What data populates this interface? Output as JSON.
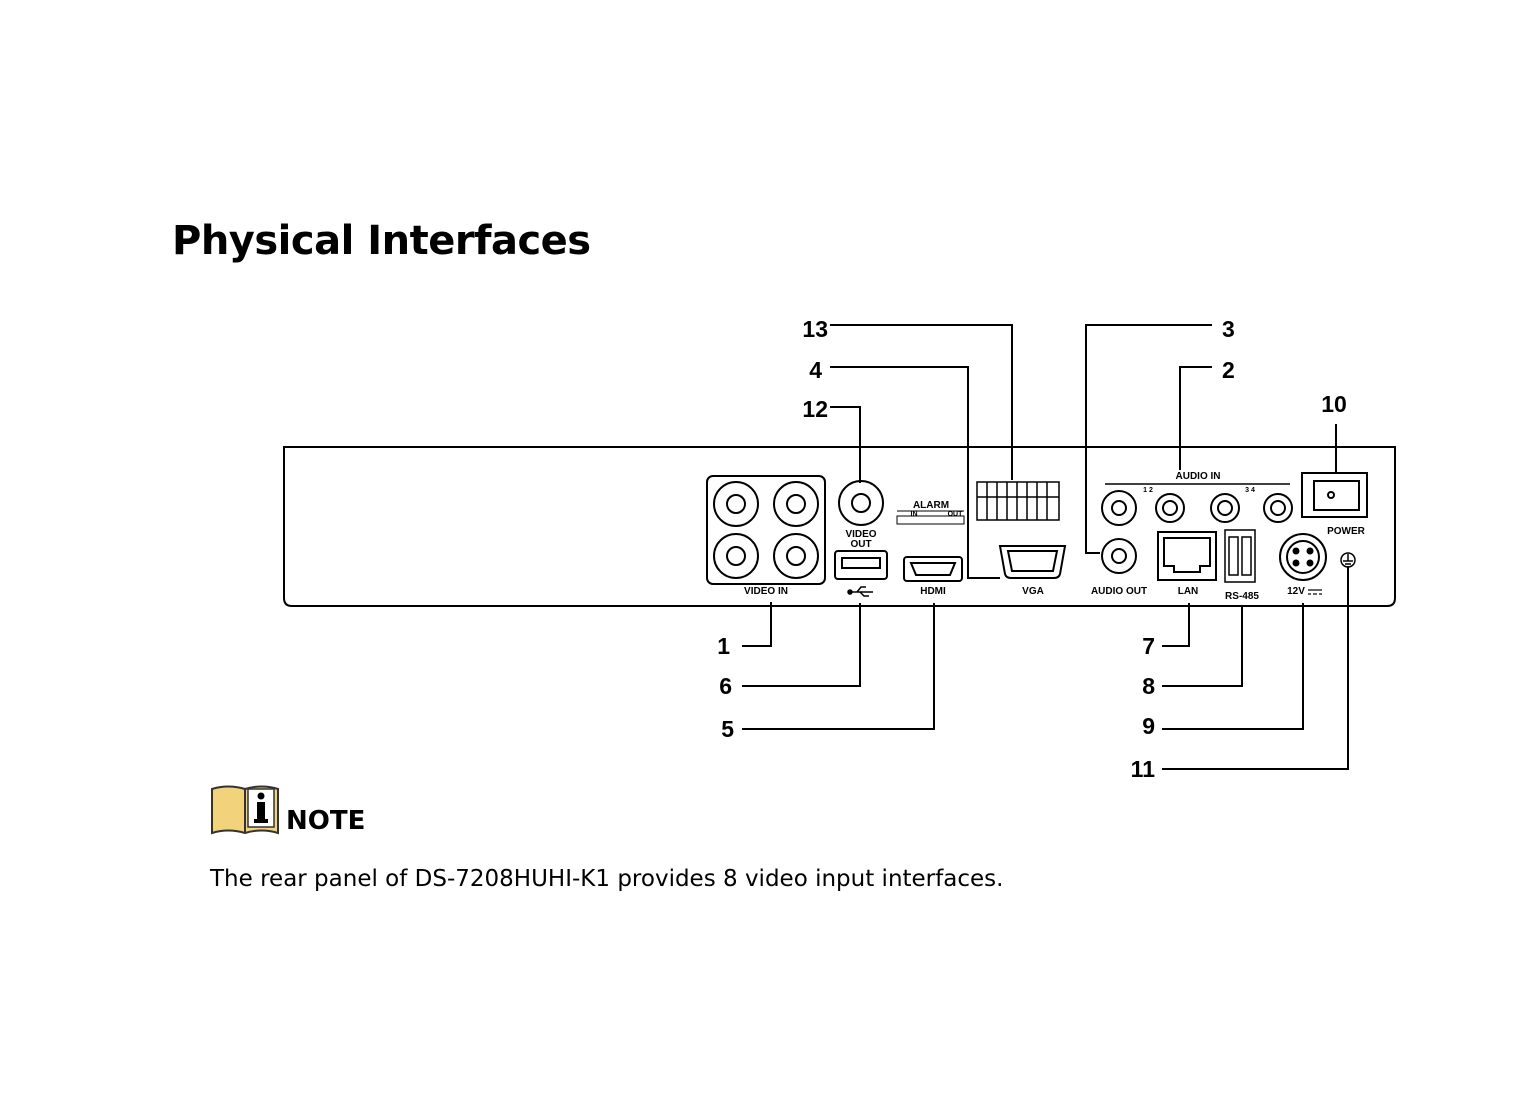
{
  "heading": "Physical Interfaces",
  "panel": {
    "labels": {
      "video_in": "VIDEO IN",
      "video_out_1": "VIDEO",
      "video_out_2": "OUT",
      "alarm": "ALARM",
      "alarm_in": "IN",
      "alarm_out": "OUT",
      "hdmi": "HDMI",
      "vga": "VGA",
      "audio_in": "AUDIO IN",
      "audio_in_12": "1  2",
      "audio_in_34": "3  4",
      "audio_out": "AUDIO OUT",
      "lan": "LAN",
      "rs485": "RS-485",
      "power_in": "12V",
      "power": "POWER"
    }
  },
  "callouts": [
    "1",
    "2",
    "3",
    "4",
    "5",
    "6",
    "7",
    "8",
    "9",
    "10",
    "11",
    "12",
    "13"
  ],
  "note": {
    "icon": "info-book-icon",
    "label": "NOTE",
    "text": "The rear panel of DS-7208HUHI-K1 provides 8 video input interfaces."
  },
  "colors": {
    "icon_fill": "#f2d27a",
    "line": "#000000"
  }
}
